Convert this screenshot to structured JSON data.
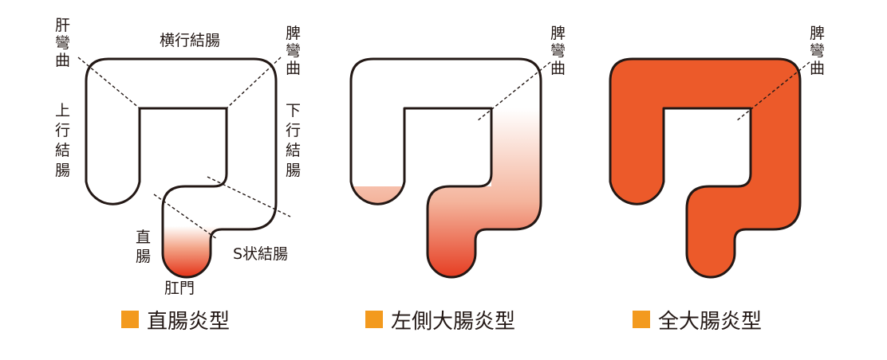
{
  "panels": [
    {
      "caption": "直腸炎型",
      "labels": {
        "hepatic_flexure": "肝彎曲",
        "transverse_colon": "横行結腸",
        "splenic_flexure": "脾彎曲",
        "ascending_colon": "上行結腸",
        "descending_colon": "下行結腸",
        "rectum": "直腸",
        "sigmoid_colon": "S状結腸",
        "anus": "肛門"
      }
    },
    {
      "caption": "左側大腸炎型",
      "labels": {
        "splenic_flexure": "脾彎曲"
      }
    },
    {
      "caption": "全大腸炎型",
      "labels": {
        "splenic_flexure": "脾彎曲"
      }
    }
  ],
  "colors": {
    "inflamed": "#ec5a2a",
    "inflamed_deep": "#e53a1f",
    "outline": "#231815",
    "legend_square": "#f39a1e"
  }
}
